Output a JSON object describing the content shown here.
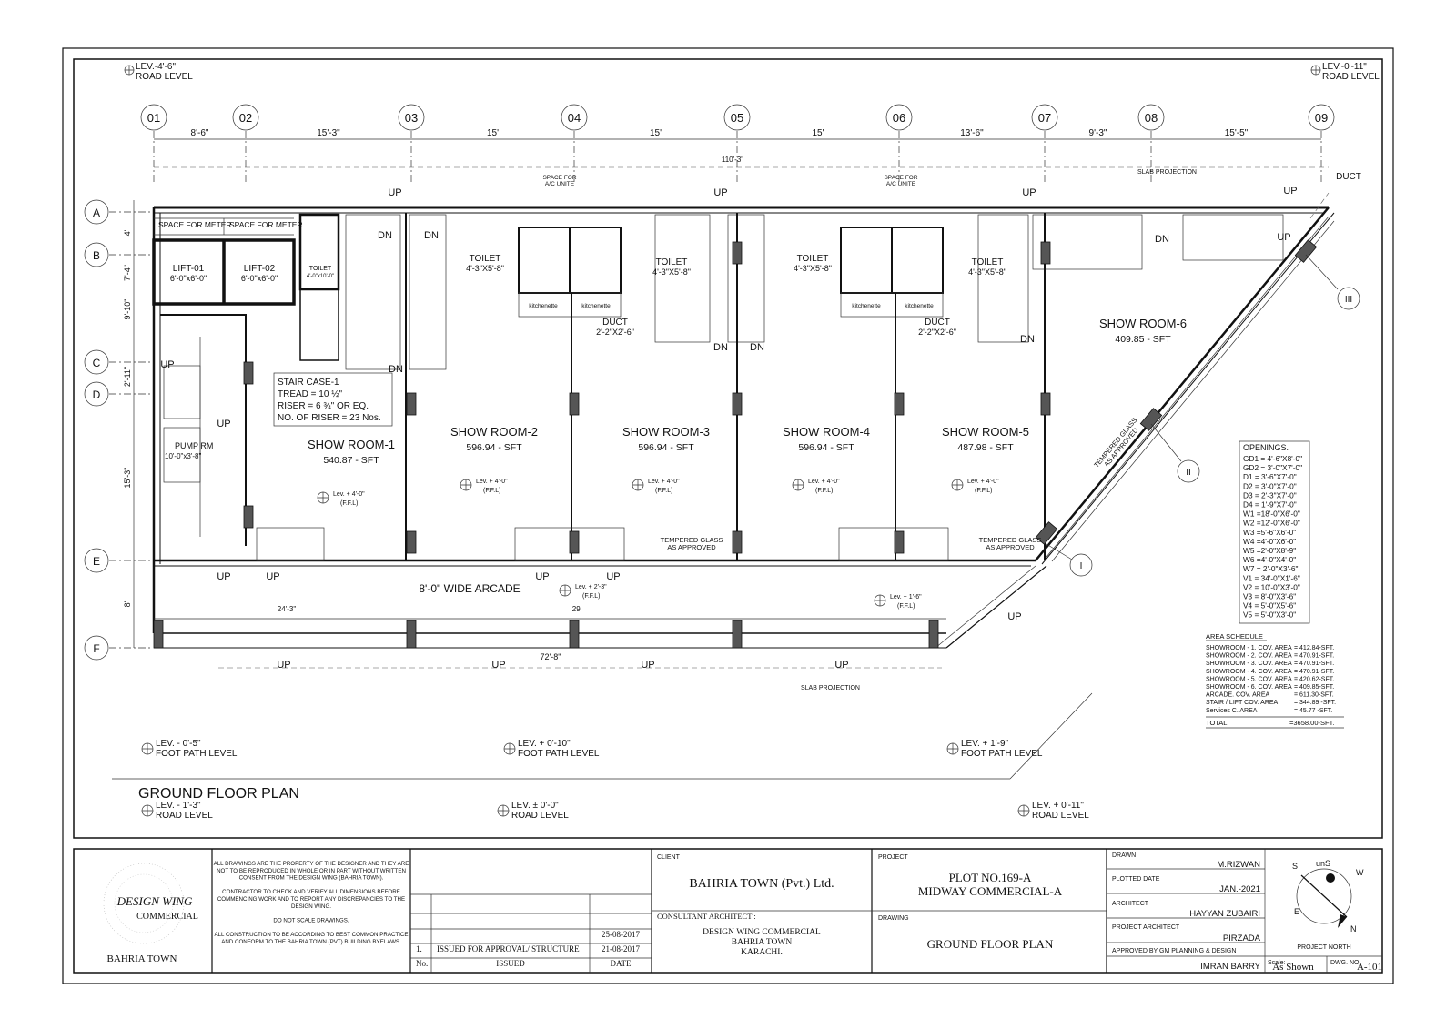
{
  "drawing": {
    "grid_labels": [
      "01",
      "02",
      "03",
      "04",
      "05",
      "06",
      "07",
      "08",
      "09"
    ],
    "row_labels": [
      "A",
      "B",
      "C",
      "D",
      "E",
      "F"
    ],
    "col_dims": [
      "8'-6\"",
      "15'-3\"",
      "15'",
      "15'",
      "15'",
      "13'-6\"",
      "9'-3\"",
      "15'-5\""
    ],
    "overall_dim": "110'-3\"",
    "left_dims": [
      "4'",
      "7'-4\"",
      "9'-10\"",
      "2'-11\"",
      "15'-3\"",
      "8'"
    ],
    "levels": {
      "top_left": [
        "LEV.-4'-6\"",
        "ROAD LEVEL"
      ],
      "top_right": [
        "LEV.-0'-11\"",
        "ROAD LEVEL"
      ],
      "foot1": [
        "LEV. - 0'-5\"",
        "FOOT PATH LEVEL"
      ],
      "foot2": [
        "LEV. + 0'-10\"",
        "FOOT PATH LEVEL"
      ],
      "foot3": [
        "LEV. + 1'-9\"",
        "FOOT PATH LEVEL"
      ],
      "road1": [
        "LEV. - 1'-3\"",
        "ROAD LEVEL"
      ],
      "road2": [
        "LEV. ± 0'-0\"",
        "ROAD LEVEL"
      ],
      "road3": [
        "LEV. + 0'-11\"",
        "ROAD LEVEL"
      ]
    },
    "plan_title": "GROUND FLOOR PLAN",
    "rooms": [
      {
        "name": "SHOW ROOM-1",
        "area": "540.87 - SFT"
      },
      {
        "name": "SHOW ROOM-2",
        "area": "596.94 - SFT"
      },
      {
        "name": "SHOW ROOM-3",
        "area": "596.94 - SFT"
      },
      {
        "name": "SHOW ROOM-4",
        "area": "596.94 - SFT"
      },
      {
        "name": "SHOW ROOM-5",
        "area": "487.98 - SFT"
      },
      {
        "name": "SHOW ROOM-6",
        "area": "409.85 - SFT"
      }
    ],
    "lifts": [
      {
        "name": "LIFT-01",
        "size": "6'-0\"x6'-0\""
      },
      {
        "name": "LIFT-02",
        "size": "6'-0\"x6'-0\""
      }
    ],
    "meter_labels": [
      "SPACE FOR METER",
      "SPACE FOR METER"
    ],
    "pump_room": [
      "PUMP RM",
      "10'-0\"x3'-8\""
    ],
    "toilet_small": [
      "TOILET",
      "4'-0\"x10'-0\""
    ],
    "toilets": [
      "TOILET",
      "4'-3\"X5'-8\""
    ],
    "duct": [
      "DUCT",
      "2'-2\"X2'-6\""
    ],
    "duct_top": "DUCT",
    "ac_space": [
      "SPACE FOR",
      "A/C UNITE"
    ],
    "kitchenette": "kitchenette",
    "stair1": [
      "STAIR CASE-1",
      "TREAD = 10 ½\"",
      "RISER   =  6 ¾\" OR EQ.",
      "NO. OF RISER = 23 Nos."
    ],
    "arcade": "8'-0\" WIDE ARCADE",
    "arcade_dims": [
      "24'-3\"",
      "29'",
      "72'-8\""
    ],
    "slab_projection": "SLAB PROJECTION",
    "tempered_glass": [
      "TEMPERED GLASS",
      "AS APPROVED"
    ],
    "up": "UP",
    "dn": "DN",
    "ffl_lev": [
      "Lev. + 4'-0\"",
      "(F.F.L)"
    ],
    "arcade_lev": [
      "Lev. + 2'-3\"",
      "(F.F.L)"
    ],
    "ramp_lev": [
      "Lev. + 1'-6\"",
      "(F.F.L)"
    ],
    "openings_title": "OPENINGS.",
    "openings": [
      "GD1 = 4'-6\"X8'-0\"",
      "GD2 = 3'-0\"X7'-0\"",
      "D1 = 3'-6\"X7'-0\"",
      "D2 = 3'-0\"X7'-0\"",
      "D3 = 2'-3\"X7'-0\"",
      "D4 = 1'-9\"X7'-0\"",
      "W1 =18'-0\"X6'-0\"",
      "W2 =12'-0\"X6'-0\"",
      "W3 =5'-6\"X6'-0\"",
      "W4 =4'-0\"X6'-0\"",
      "W5 =2'-0\"X8'-9\"",
      "W6 =4'-0\"X4'-0\"",
      "W7 = 2'-0\"X3'-6\"",
      "V1 = 34'-0\"X1'-6\"",
      "V2 = 10'-0\"X3'-0\"",
      "V3 = 8'-0\"X3'-6\"",
      "V4 = 5'-0\"X5'-6\"",
      "V5 = 5'-0\"X3'-0\""
    ],
    "area_title": "AREA SCHEDULE",
    "area_schedule": [
      {
        "label": "SHOWROOM - 1. COV. AREA",
        "value": "= 412.84-SFT."
      },
      {
        "label": "SHOWROOM - 2. COV. AREA",
        "value": "= 470.91-SFT."
      },
      {
        "label": "SHOWROOM - 3. COV. AREA",
        "value": "= 470.91-SFT."
      },
      {
        "label": "SHOWROOM - 4. COV. AREA",
        "value": "= 470.91-SFT."
      },
      {
        "label": "SHOWROOM - 5. COV. AREA",
        "value": "= 420.62-SFT."
      },
      {
        "label": "SHOWROOM - 6. COV. AREA",
        "value": "= 409.85-SFT."
      },
      {
        "label": "ARCADE. COV.   AREA",
        "value": "= 611.30-SFT."
      },
      {
        "label": "STAIR / LIFT COV. AREA",
        "value": "= 344.89 -SFT."
      },
      {
        "label": "Services C. AREA",
        "value": "=   45.77 -SFT."
      }
    ],
    "area_total": {
      "label": "TOTAL",
      "value": "=3658.00-SFT."
    },
    "section_marks": [
      "I",
      "II",
      "III"
    ]
  },
  "title_block": {
    "logo": [
      "DESIGN WING",
      "COMMERCIAL"
    ],
    "bahria": "BAHRIA TOWN",
    "notes": [
      "ALL DRAWINGS ARE THE PROPERTY OF THE DESIGNER AND THEY ARE",
      "NOT TO BE REPRODUCED IN WHOLE OR IN PART WITHOUT WRITTEN",
      "CONSENT FROM THE DESIGN WING (BAHRIA TOWN).",
      "",
      "CONTRACTOR TO CHECK AND VERIFY ALL DIMENSIONS BEFORE",
      "COMMENCING WORK AND TO REPORT ANY DISCREPANCIES TO THE",
      "DESIGN WING.",
      "",
      "DO NOT SCALE DRAWINGS.",
      "",
      "ALL CONSTRUCTION TO BE ACCORDING TO BEST COMMON PRACTICE",
      "AND CONFORM TO THE BAHRIA TOWN (PVT) BUILDING BYELAWS."
    ],
    "rev_dates": [
      "25-08-2017",
      "21-08-2017"
    ],
    "rev_no": "1.",
    "rev_desc": "ISSUED FOR APPROVAL/ STRUCTURE",
    "rev_headers": [
      "No.",
      "ISSUED",
      "DATE"
    ],
    "client_label": "CLIENT",
    "client": "BAHRIA TOWN (Pvt.) Ltd.",
    "consultant_label": "CONSULTANT ARCHITECT :",
    "consultant": [
      "DESIGN WING COMMERCIAL",
      "BAHRIA TOWN",
      "KARACHI."
    ],
    "project_label": "PROJECT",
    "project": [
      "PLOT NO.169-A",
      "MIDWAY COMMERCIAL-A"
    ],
    "drawing_label": "DRAWING",
    "drawing": "GROUND FLOOR PLAN",
    "drawn_label": "DRAWN",
    "drawn": "M.RIZWAN",
    "plotted_label": "PLOTTED  DATE",
    "plotted": "JAN.-2021",
    "architect_label": "ARCHITECT",
    "architect": "HAYYAN ZUBAIRI",
    "proj_arch_label": "PROJECT ARCHITECT",
    "proj_arch": "PIRZADA",
    "approved_label": "APPROVED  BY  GM  PLANNING  &  DESIGN",
    "approved": "IMRAN BARRY",
    "scale_label": "Scale:",
    "scale": "As Shown",
    "dwg_label": "DWG.  NO.",
    "dwg": "A-101",
    "project_north": "PROJECT  NORTH",
    "compass": [
      "S",
      "N",
      "E",
      "W",
      "unS"
    ]
  }
}
